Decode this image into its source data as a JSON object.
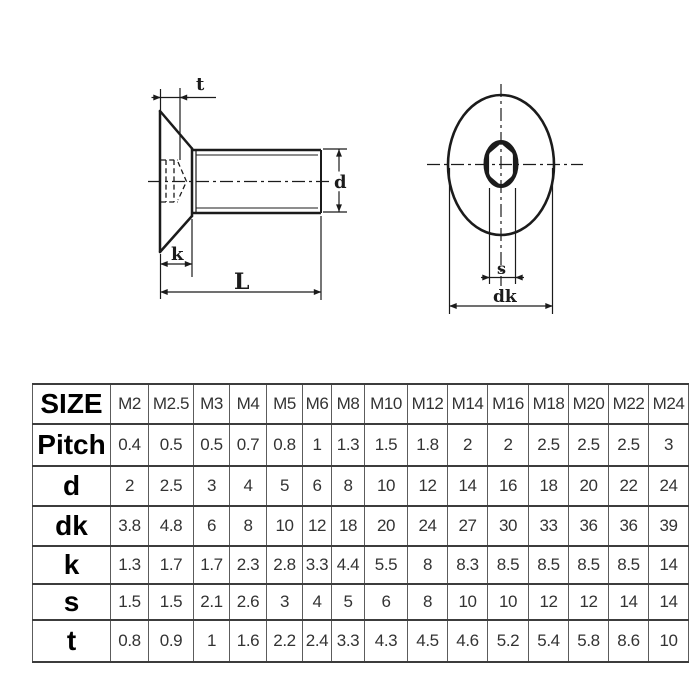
{
  "drawing": {
    "dim_labels": {
      "t": "t",
      "k": "k",
      "L": "L",
      "d": "d",
      "s": "s",
      "dk": "dk"
    }
  },
  "table": {
    "rows": [
      {
        "label": "SIZE",
        "values": [
          "M2",
          "M2.5",
          "M3",
          "M4",
          "M5",
          "M6",
          "M8",
          "M10",
          "M12",
          "M14",
          "M16",
          "M18",
          "M20",
          "M22",
          "M24"
        ]
      },
      {
        "label": "Pitch",
        "values": [
          "0.4",
          "0.5",
          "0.5",
          "0.7",
          "0.8",
          "1",
          "1.3",
          "1.5",
          "1.8",
          "2",
          "2",
          "2.5",
          "2.5",
          "2.5",
          "3"
        ]
      },
      {
        "label": "d",
        "values": [
          "2",
          "2.5",
          "3",
          "4",
          "5",
          "6",
          "8",
          "10",
          "12",
          "14",
          "16",
          "18",
          "20",
          "22",
          "24"
        ]
      },
      {
        "label": "dk",
        "values": [
          "3.8",
          "4.8",
          "6",
          "8",
          "10",
          "12",
          "18",
          "20",
          "24",
          "27",
          "30",
          "33",
          "36",
          "36",
          "39"
        ]
      },
      {
        "label": "k",
        "values": [
          "1.3",
          "1.7",
          "1.7",
          "2.3",
          "2.8",
          "3.3",
          "4.4",
          "5.5",
          "8",
          "8.3",
          "8.5",
          "8.5",
          "8.5",
          "8.5",
          "14"
        ]
      },
      {
        "label": "s",
        "values": [
          "1.5",
          "1.5",
          "2.1",
          "2.6",
          "3",
          "4",
          "5",
          "6",
          "8",
          "10",
          "10",
          "12",
          "12",
          "14",
          "14"
        ]
      },
      {
        "label": "t",
        "values": [
          "0.8",
          "0.9",
          "1",
          "1.6",
          "2.2",
          "2.4",
          "3.3",
          "4.3",
          "4.5",
          "4.6",
          "5.2",
          "5.4",
          "5.8",
          "8.6",
          "10"
        ]
      }
    ]
  },
  "colors": {
    "drawing_line": "#1b1b1b",
    "table_border_horizontal": "#3c3c3c",
    "table_border_vertical": "#5c5c5c",
    "value_text": "#333333",
    "label_text": "#000000",
    "background": "#ffffff"
  }
}
